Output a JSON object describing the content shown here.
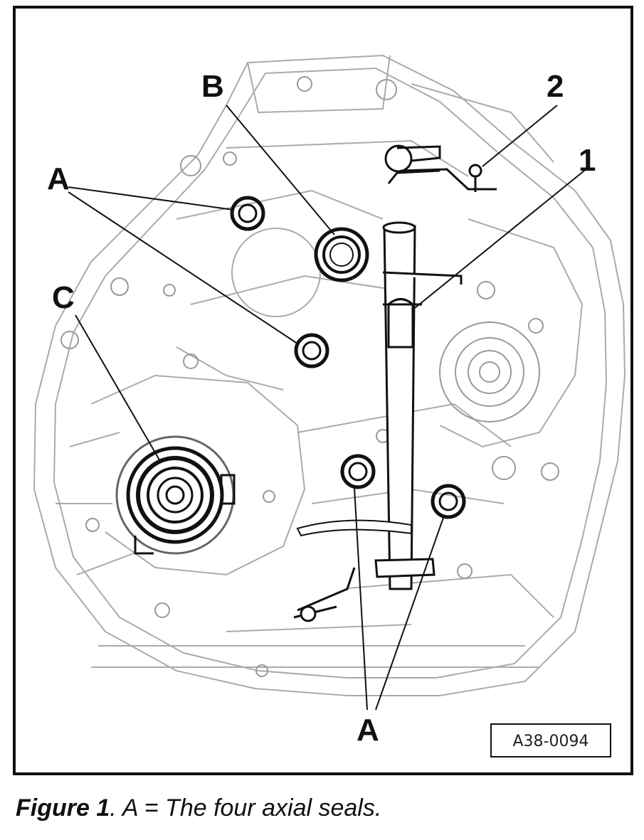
{
  "diagram": {
    "callouts": {
      "b": "B",
      "two": "2",
      "a_top": "A",
      "one": "1",
      "c": "C",
      "a_bottom": "A"
    },
    "reference_code": "A38-0094"
  },
  "caption": {
    "label": "Figure 1",
    "text": ". A = The four axial seals."
  }
}
